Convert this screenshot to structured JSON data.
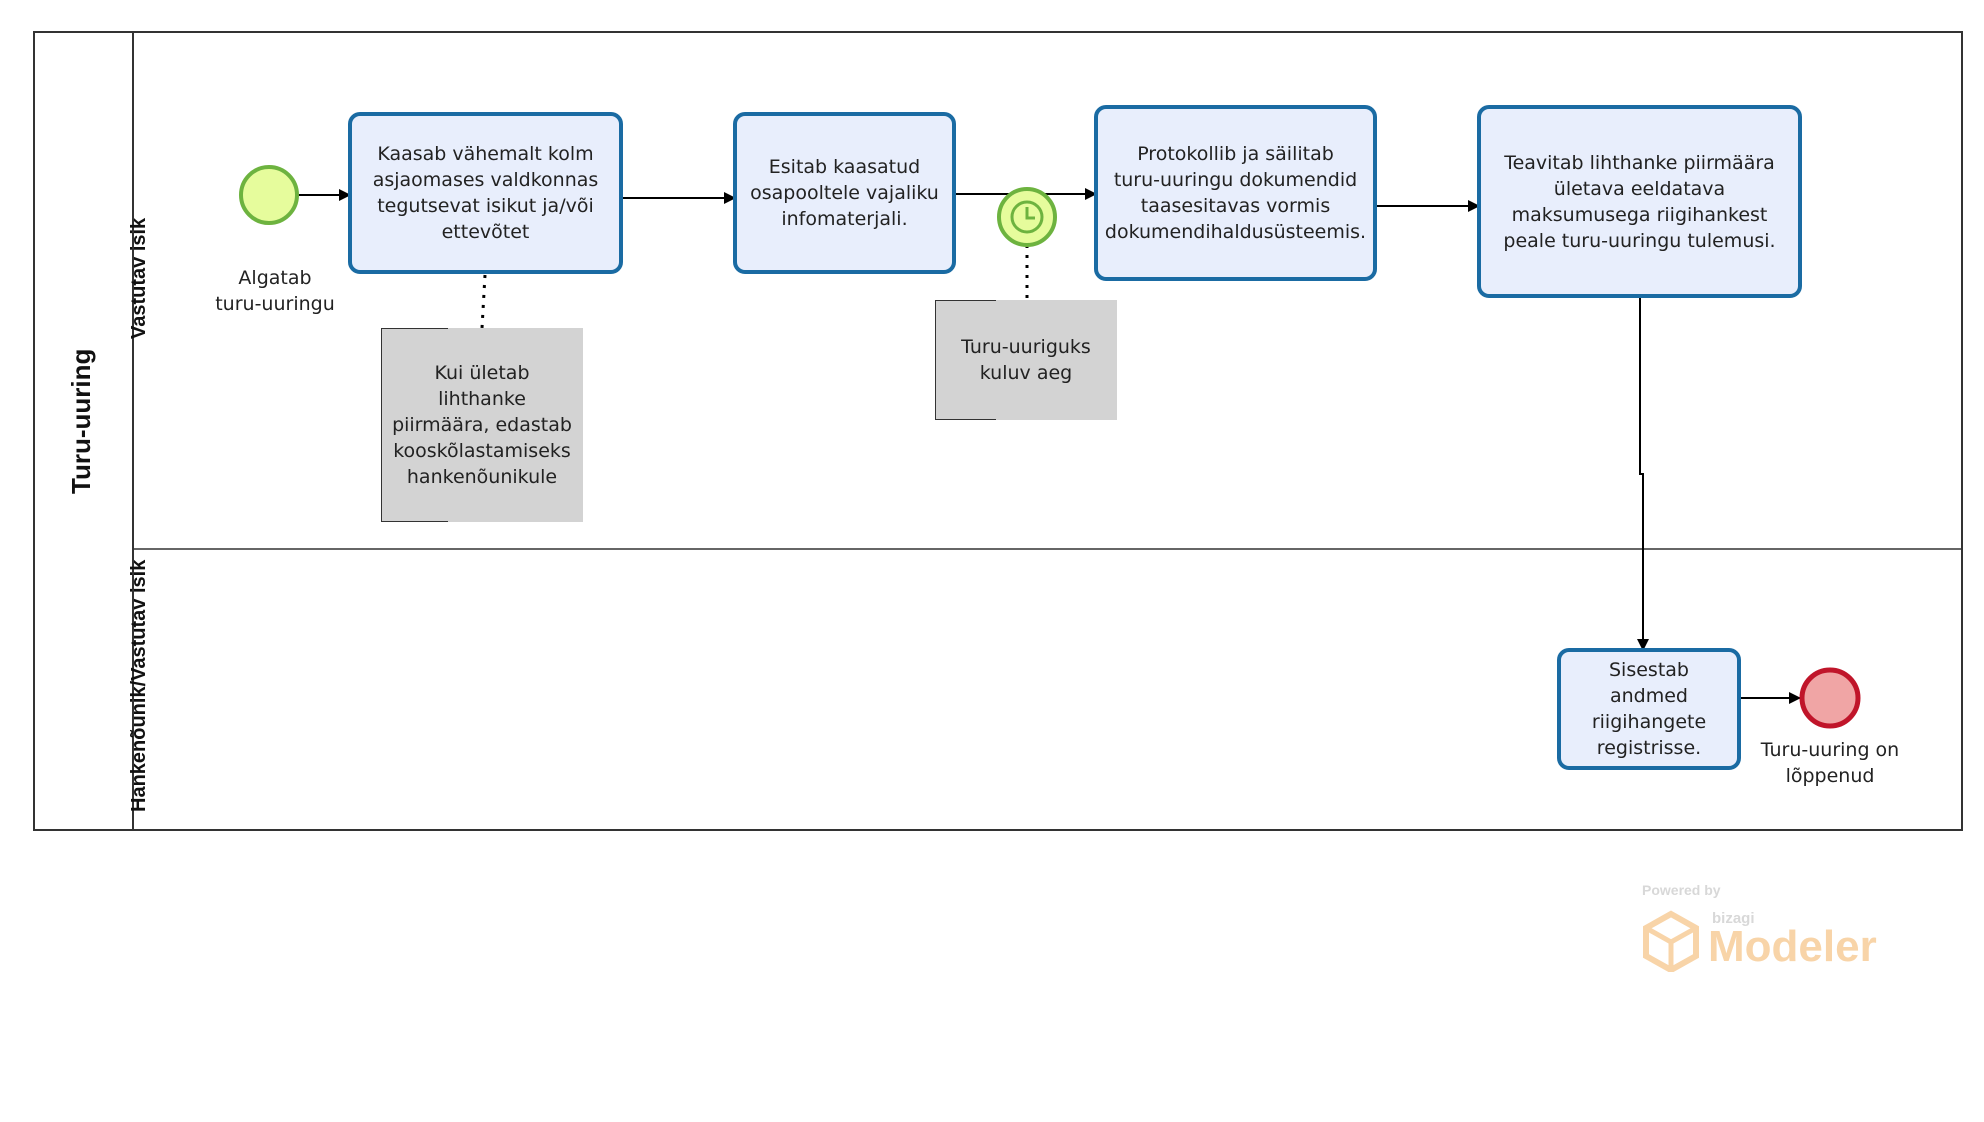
{
  "pool": {
    "label": "Turu-uuring"
  },
  "lanes": [
    {
      "label": "Vastutav isik"
    },
    {
      "label": "Hankenõunik/Vastutav isik"
    }
  ],
  "events": {
    "start": {
      "label": "Algatab\nturu-uuringu",
      "color": "#e6fc9c",
      "stroke": "#6db33f"
    },
    "timer": {
      "color": "#e6fc9c",
      "stroke": "#6db33f"
    },
    "end": {
      "label": "Turu-uuring on\nlõppenud",
      "color": "#f0a5a5",
      "stroke": "#c0152a"
    }
  },
  "tasks": [
    {
      "label": "Kaasab vähemalt kolm\nasjaomases valdkonnas\ntegutsevat isikut ja/või\nettevõtet"
    },
    {
      "label": "Esitab kaasatud\nosapooltele vajaliku\ninfomaterjali."
    },
    {
      "label": "Protokollib ja säilitab\nturu-uuringu dokumendid\ntaasesitavas vormis\ndokumendihaldusüsteemis."
    },
    {
      "label": "Teavitab lihthanke piirmäära\nületava eeldatava\nmaksumusega riigihankest\npeale turu-uuringu tulemusi."
    },
    {
      "label": "Sisestab\nandmed\nriigihangete\nregistrisse."
    }
  ],
  "annotations": [
    {
      "label": "Kui ületab\nlihthanke\npiirmäära, edastab\nkooskõlastamiseks\nhankenõunikule"
    },
    {
      "label": "Turu-uuriguks\nkuluv aeg"
    }
  ],
  "watermark": {
    "powered": "Powered by",
    "brand": "bizagi",
    "product": "Modeler"
  },
  "colors": {
    "task_border": "#1a6ba3",
    "task_fill": "#e8eefc",
    "annotation_fill": "#d3d3d3",
    "lines": "#000000"
  }
}
